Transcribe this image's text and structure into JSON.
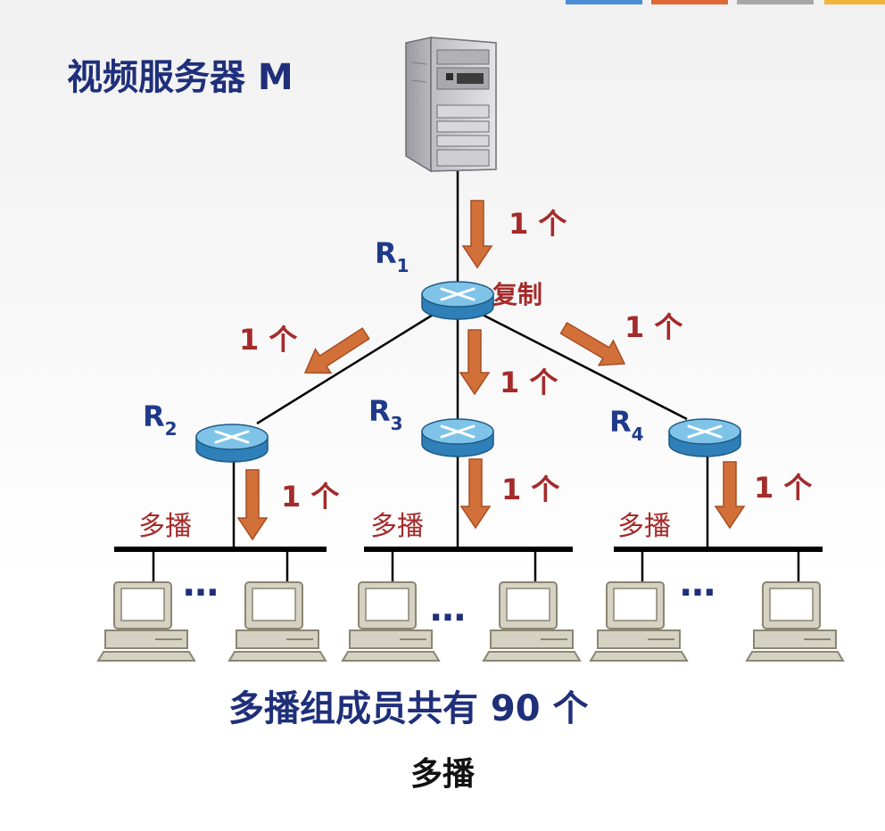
{
  "title": "视频服务器 M",
  "caption": "多播组成员共有 90 个",
  "footer": "多播",
  "copy_label": "复制",
  "count_label": "1 个",
  "multicast_label": "多播",
  "ellipsis": "…",
  "routers": [
    {
      "id": "r1",
      "letter": "R",
      "sub": "1"
    },
    {
      "id": "r2",
      "letter": "R",
      "sub": "2"
    },
    {
      "id": "r3",
      "letter": "R",
      "sub": "3"
    },
    {
      "id": "r4",
      "letter": "R",
      "sub": "4"
    }
  ],
  "colors": {
    "title": "#1f2f7a",
    "router_label": "#1f3a8a",
    "count": "#a52a2a",
    "arrow": "#d2703a",
    "arrow_edge": "#a84d22",
    "router_top": "#7fc4e8",
    "router_side": "#2f7fb8",
    "bus": "#000000",
    "pc_body": "#d5d2c3",
    "pc_edge": "#8a8672",
    "server_body": "#c9c9cc"
  },
  "top_tabs": [
    "#4a8fd6",
    "#e06a35",
    "#a8a8a8",
    "#f2b43a"
  ]
}
